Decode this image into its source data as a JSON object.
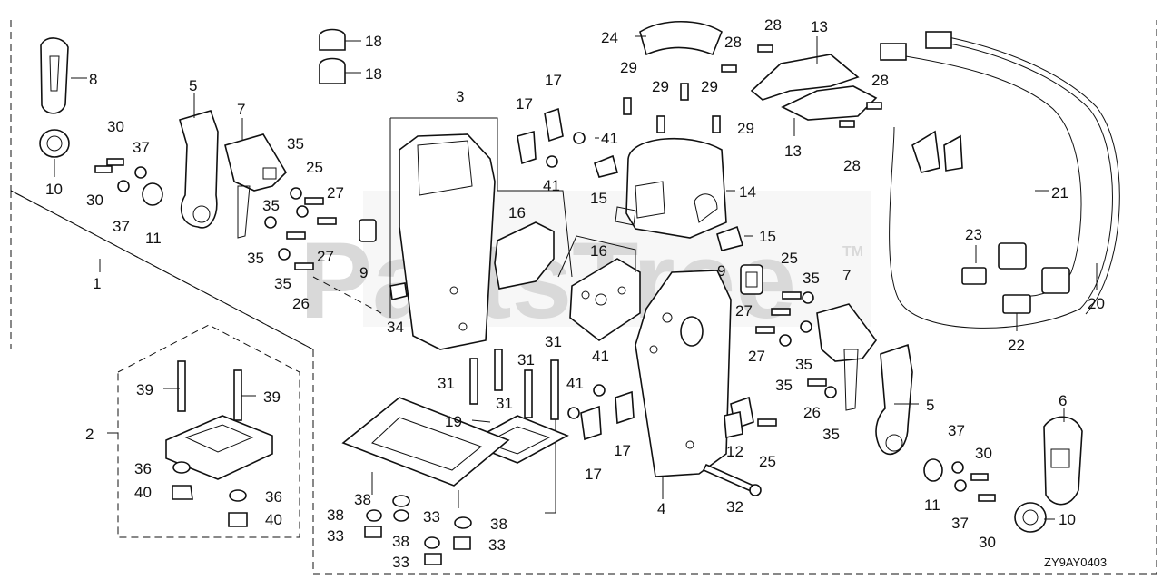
{
  "diagram": {
    "code": "ZY9AY0403",
    "watermark": "PartsTree",
    "trademark": "TM"
  },
  "callouts": [
    {
      "id": "c8",
      "text": "8"
    },
    {
      "id": "c10a",
      "text": "10"
    },
    {
      "id": "c5a",
      "text": "5"
    },
    {
      "id": "c7a",
      "text": "7"
    },
    {
      "id": "c30a",
      "text": "30"
    },
    {
      "id": "c37a",
      "text": "37"
    },
    {
      "id": "c30b",
      "text": "30"
    },
    {
      "id": "c37b",
      "text": "37"
    },
    {
      "id": "c11a",
      "text": "11"
    },
    {
      "id": "c18a",
      "text": "18"
    },
    {
      "id": "c18b",
      "text": "18"
    },
    {
      "id": "c3",
      "text": "3"
    },
    {
      "id": "c35a",
      "text": "35"
    },
    {
      "id": "c25a",
      "text": "25"
    },
    {
      "id": "c35b",
      "text": "35"
    },
    {
      "id": "c27a",
      "text": "27"
    },
    {
      "id": "c35c",
      "text": "35"
    },
    {
      "id": "c27b",
      "text": "27"
    },
    {
      "id": "c35d",
      "text": "35"
    },
    {
      "id": "c26a",
      "text": "26"
    },
    {
      "id": "c9a",
      "text": "9"
    },
    {
      "id": "c34",
      "text": "34"
    },
    {
      "id": "c1",
      "text": "1"
    },
    {
      "id": "c16a",
      "text": "16"
    },
    {
      "id": "c17a",
      "text": "17"
    },
    {
      "id": "c17b",
      "text": "17"
    },
    {
      "id": "c41a",
      "text": "41"
    },
    {
      "id": "c41b",
      "text": "41"
    },
    {
      "id": "c15a",
      "text": "15"
    },
    {
      "id": "c24",
      "text": "24"
    },
    {
      "id": "c29a",
      "text": "29"
    },
    {
      "id": "c29b",
      "text": "29"
    },
    {
      "id": "c29c",
      "text": "29"
    },
    {
      "id": "c29d",
      "text": "29"
    },
    {
      "id": "c14",
      "text": "14"
    },
    {
      "id": "c15b",
      "text": "15"
    },
    {
      "id": "c28a",
      "text": "28"
    },
    {
      "id": "c28b",
      "text": "28"
    },
    {
      "id": "c13a",
      "text": "13"
    },
    {
      "id": "c13b",
      "text": "13"
    },
    {
      "id": "c28c",
      "text": "28"
    },
    {
      "id": "c28d",
      "text": "28"
    },
    {
      "id": "c21",
      "text": "21"
    },
    {
      "id": "c23",
      "text": "23"
    },
    {
      "id": "c20",
      "text": "20"
    },
    {
      "id": "c22",
      "text": "22"
    },
    {
      "id": "c16b",
      "text": "16"
    },
    {
      "id": "c9b",
      "text": "9"
    },
    {
      "id": "c25b",
      "text": "25"
    },
    {
      "id": "c35e",
      "text": "35"
    },
    {
      "id": "c7b",
      "text": "7"
    },
    {
      "id": "c27c",
      "text": "27"
    },
    {
      "id": "c27d",
      "text": "27"
    },
    {
      "id": "c35f",
      "text": "35"
    },
    {
      "id": "c35g",
      "text": "35"
    },
    {
      "id": "c26b",
      "text": "26"
    },
    {
      "id": "c35h",
      "text": "35"
    },
    {
      "id": "c5b",
      "text": "5"
    },
    {
      "id": "c6",
      "text": "6"
    },
    {
      "id": "c37c",
      "text": "37"
    },
    {
      "id": "c30c",
      "text": "30"
    },
    {
      "id": "c11b",
      "text": "11"
    },
    {
      "id": "c37d",
      "text": "37"
    },
    {
      "id": "c30d",
      "text": "30"
    },
    {
      "id": "c10b",
      "text": "10"
    },
    {
      "id": "c12",
      "text": "12"
    },
    {
      "id": "c25c",
      "text": "25"
    },
    {
      "id": "c32",
      "text": "32"
    },
    {
      "id": "c4",
      "text": "4"
    },
    {
      "id": "c41c",
      "text": "41"
    },
    {
      "id": "c41d",
      "text": "41"
    },
    {
      "id": "c17c",
      "text": "17"
    },
    {
      "id": "c17d",
      "text": "17"
    },
    {
      "id": "c31a",
      "text": "31"
    },
    {
      "id": "c31b",
      "text": "31"
    },
    {
      "id": "c31c",
      "text": "31"
    },
    {
      "id": "c31d",
      "text": "31"
    },
    {
      "id": "c19",
      "text": "19"
    },
    {
      "id": "c2",
      "text": "2"
    },
    {
      "id": "c39a",
      "text": "39"
    },
    {
      "id": "c39b",
      "text": "39"
    },
    {
      "id": "c36a",
      "text": "36"
    },
    {
      "id": "c40a",
      "text": "40"
    },
    {
      "id": "c36b",
      "text": "36"
    },
    {
      "id": "c40b",
      "text": "40"
    },
    {
      "id": "c38a",
      "text": "38"
    },
    {
      "id": "c33a",
      "text": "33"
    },
    {
      "id": "c38b",
      "text": "38"
    },
    {
      "id": "c33b",
      "text": "33"
    },
    {
      "id": "c38c",
      "text": "38"
    },
    {
      "id": "c33c",
      "text": "33"
    },
    {
      "id": "c38d",
      "text": "38"
    },
    {
      "id": "c33d",
      "text": "33"
    },
    {
      "id": "c33e",
      "text": "33"
    }
  ]
}
